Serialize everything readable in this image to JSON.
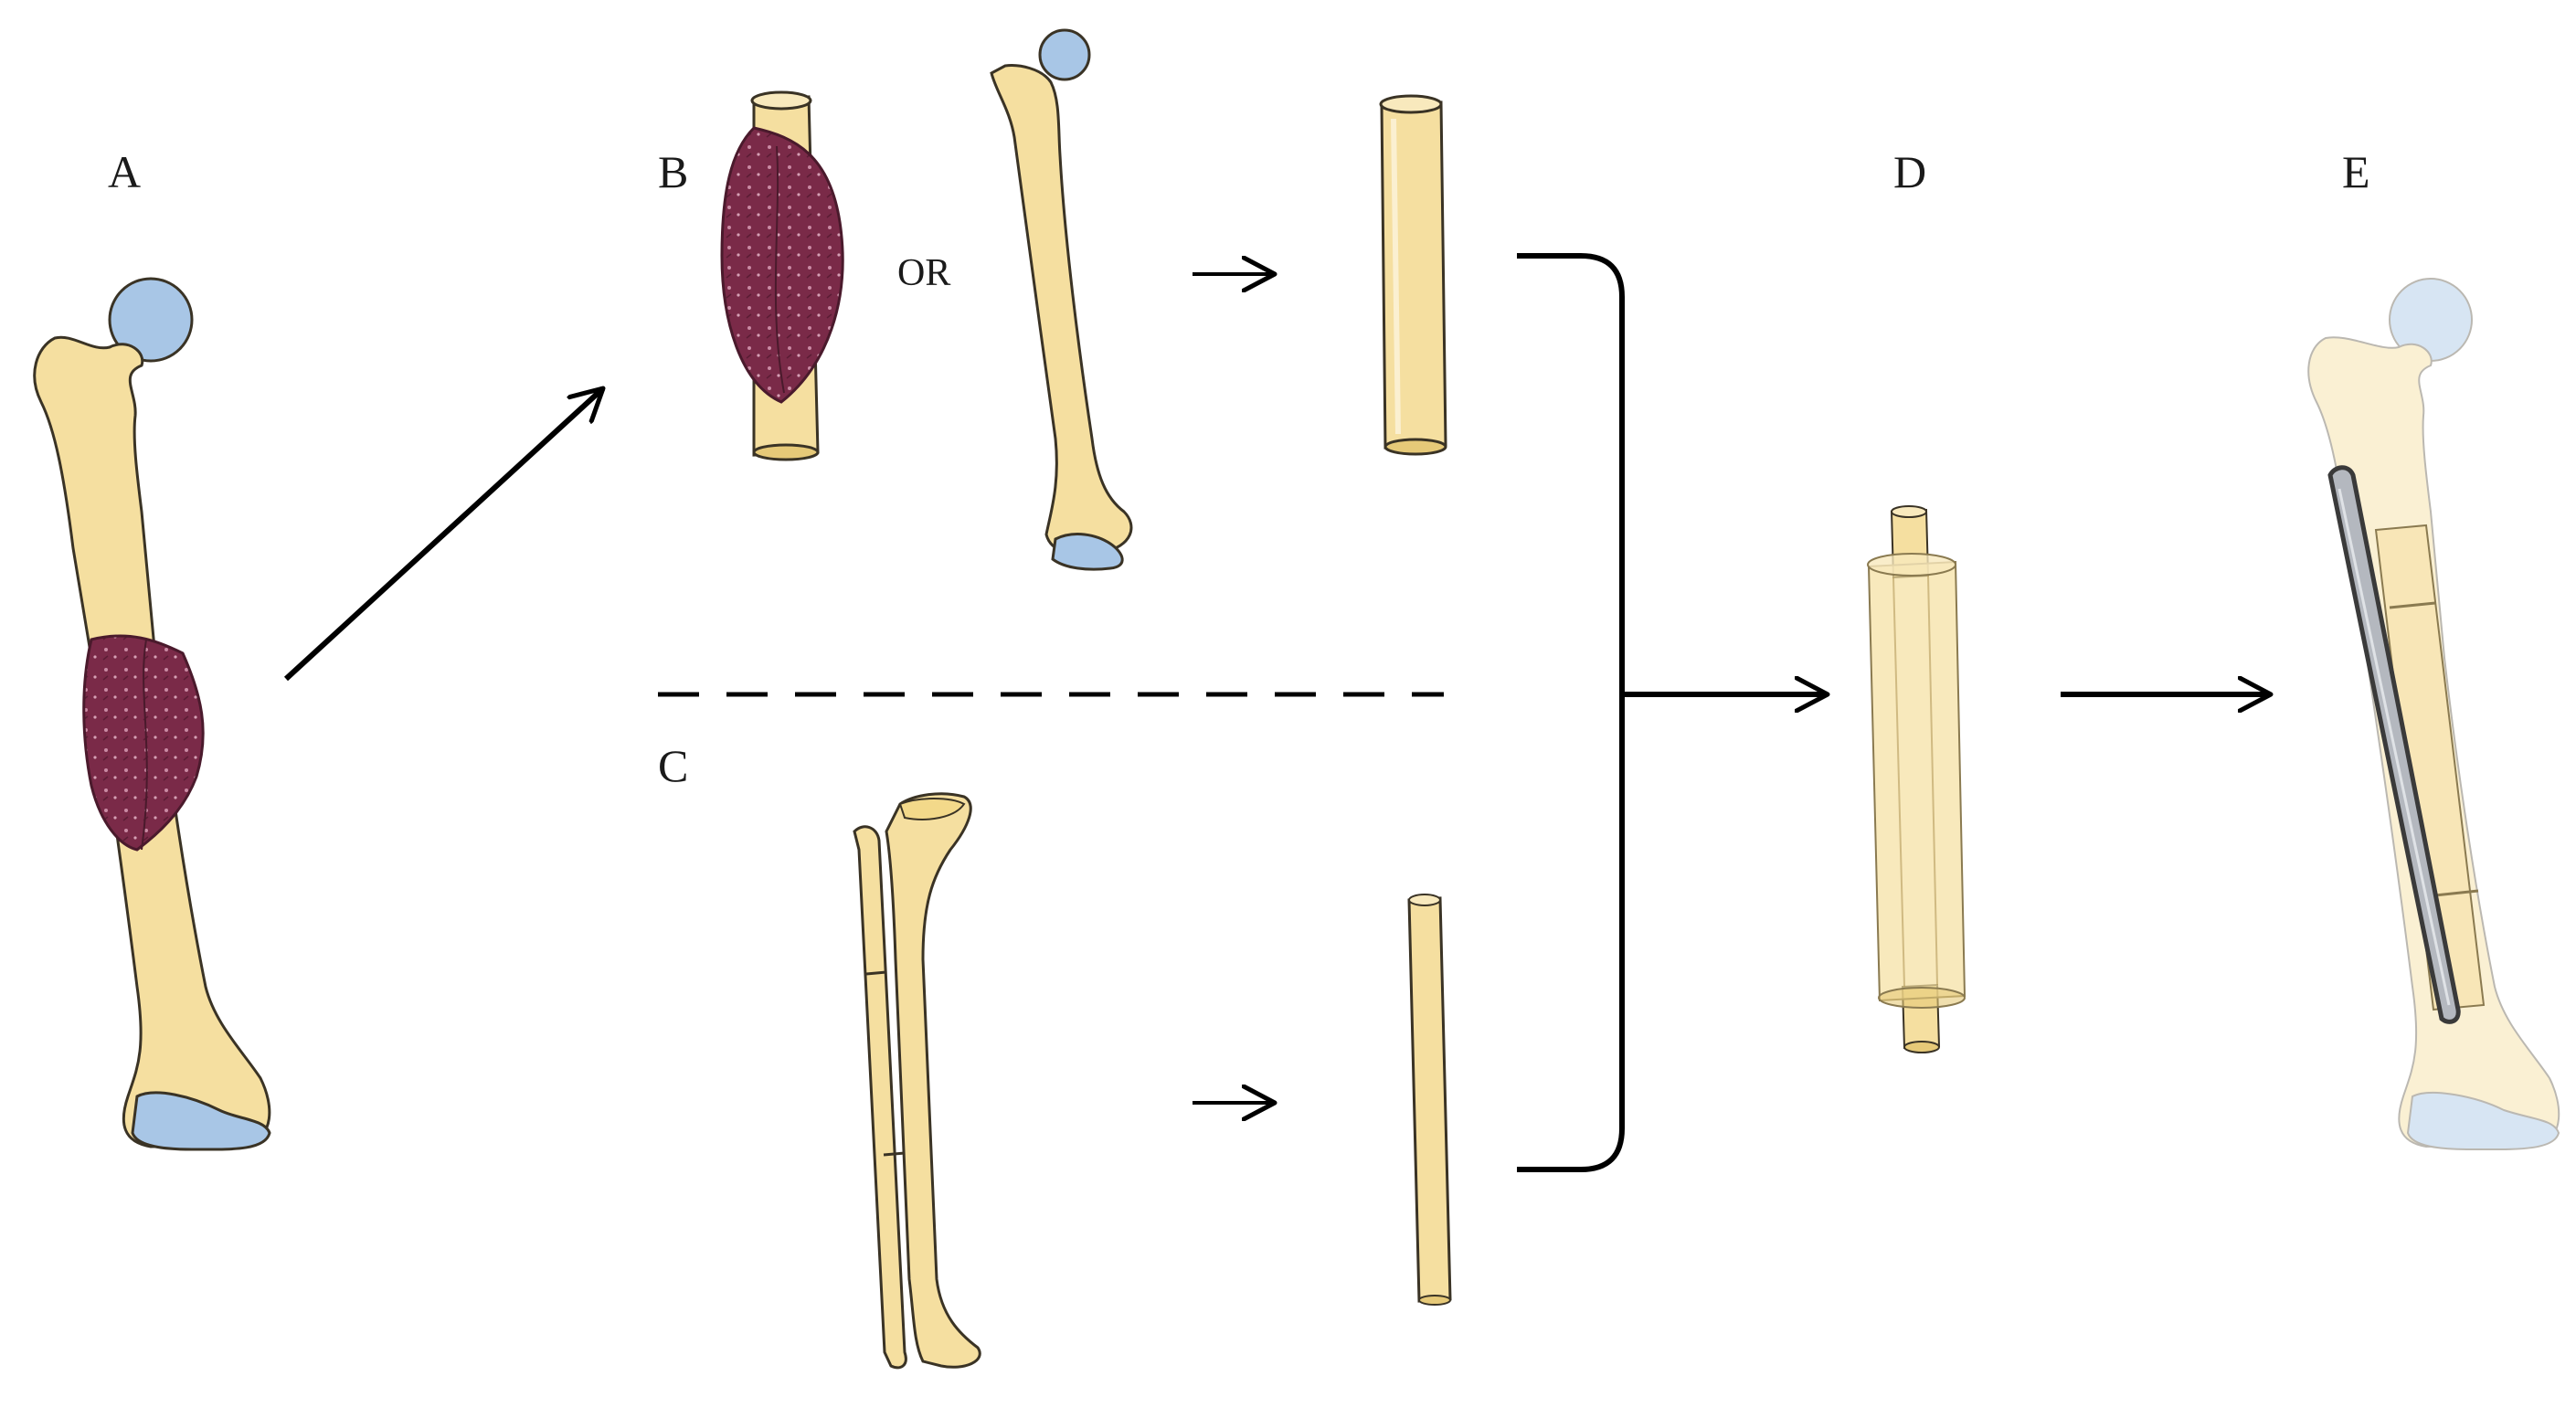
{
  "panels": {
    "a": {
      "label": "A"
    },
    "b": {
      "label": "B"
    },
    "c": {
      "label": "C"
    },
    "d": {
      "label": "D"
    },
    "e": {
      "label": "E"
    }
  },
  "or_text": "OR",
  "colors": {
    "bone": "#f5dfa0",
    "bone_shade": "#e6c978",
    "bone_outline": "#3a3325",
    "cartilage": "#a8c6e6",
    "tumor": "#7a2a48",
    "tumor_outline": "#4a1a2c",
    "plate": "#b4b8bf",
    "arrow": "#000000"
  }
}
